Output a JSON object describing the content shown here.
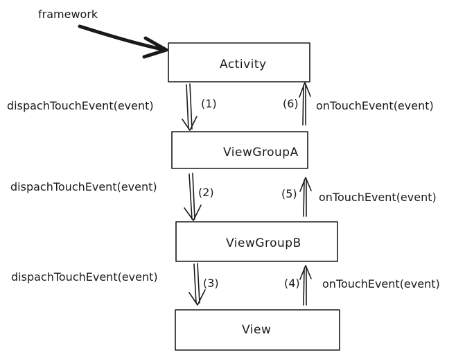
{
  "diagram": {
    "annotation": "framework",
    "nodes": [
      {
        "id": "activity",
        "label": "Activity"
      },
      {
        "id": "viewgroup_a",
        "label": "ViewGroupA"
      },
      {
        "id": "viewgroup_b",
        "label": "ViewGroupB"
      },
      {
        "id": "view",
        "label": "View"
      }
    ],
    "down_edges": [
      {
        "label": "dispachTouchEvent(event)",
        "step": "(1)"
      },
      {
        "label": "dispachTouchEvent(event)",
        "step": "(2)"
      },
      {
        "label": "dispachTouchEvent(event)",
        "step": "(3)"
      }
    ],
    "up_edges": [
      {
        "label": "onTouchEvent(event)",
        "step": "(4)"
      },
      {
        "label": "onTouchEvent(event)",
        "step": "(5)"
      },
      {
        "label": "onTouchEvent(event)",
        "step": "(6)"
      }
    ],
    "colors": {
      "stroke": "#1a1a1a",
      "background": "#ffffff"
    }
  }
}
